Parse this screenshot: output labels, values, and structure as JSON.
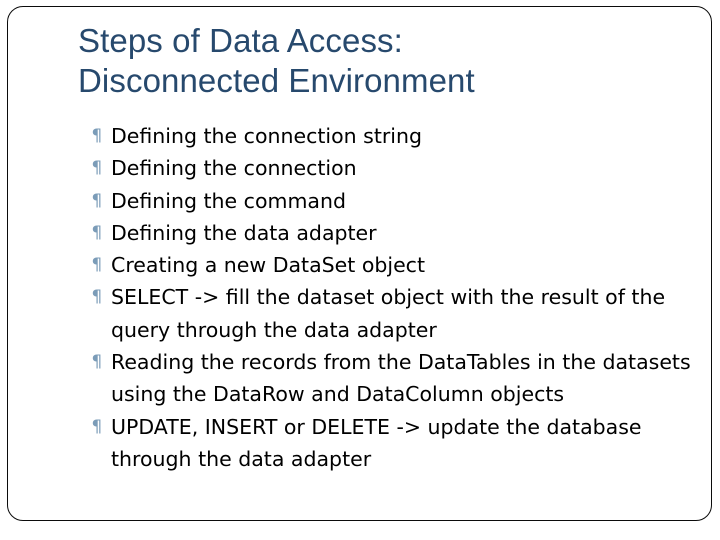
{
  "slide": {
    "title": {
      "line1": "Steps of Data Access:",
      "line2": "Disconnected Environment"
    },
    "bullet_glyph": "⁋",
    "bullet_icon_name": "floral-bullet-icon",
    "colors": {
      "title": "#27496d",
      "body_text": "#000000",
      "bullet": "#7b9cb8",
      "frame_border": "#0b0b0b",
      "background": "#ffffff"
    },
    "bullets": [
      "Defining the connection string",
      "Defining the connection",
      "Defining the command",
      "Defining the data adapter",
      "Creating a new DataSet object",
      "SELECT -> fill the dataset object with the result of the query through the data adapter",
      "Reading the records from the DataTables in the datasets using the DataRow and DataColumn objects",
      "UPDATE, INSERT or DELETE -> update the database through the data adapter"
    ]
  }
}
